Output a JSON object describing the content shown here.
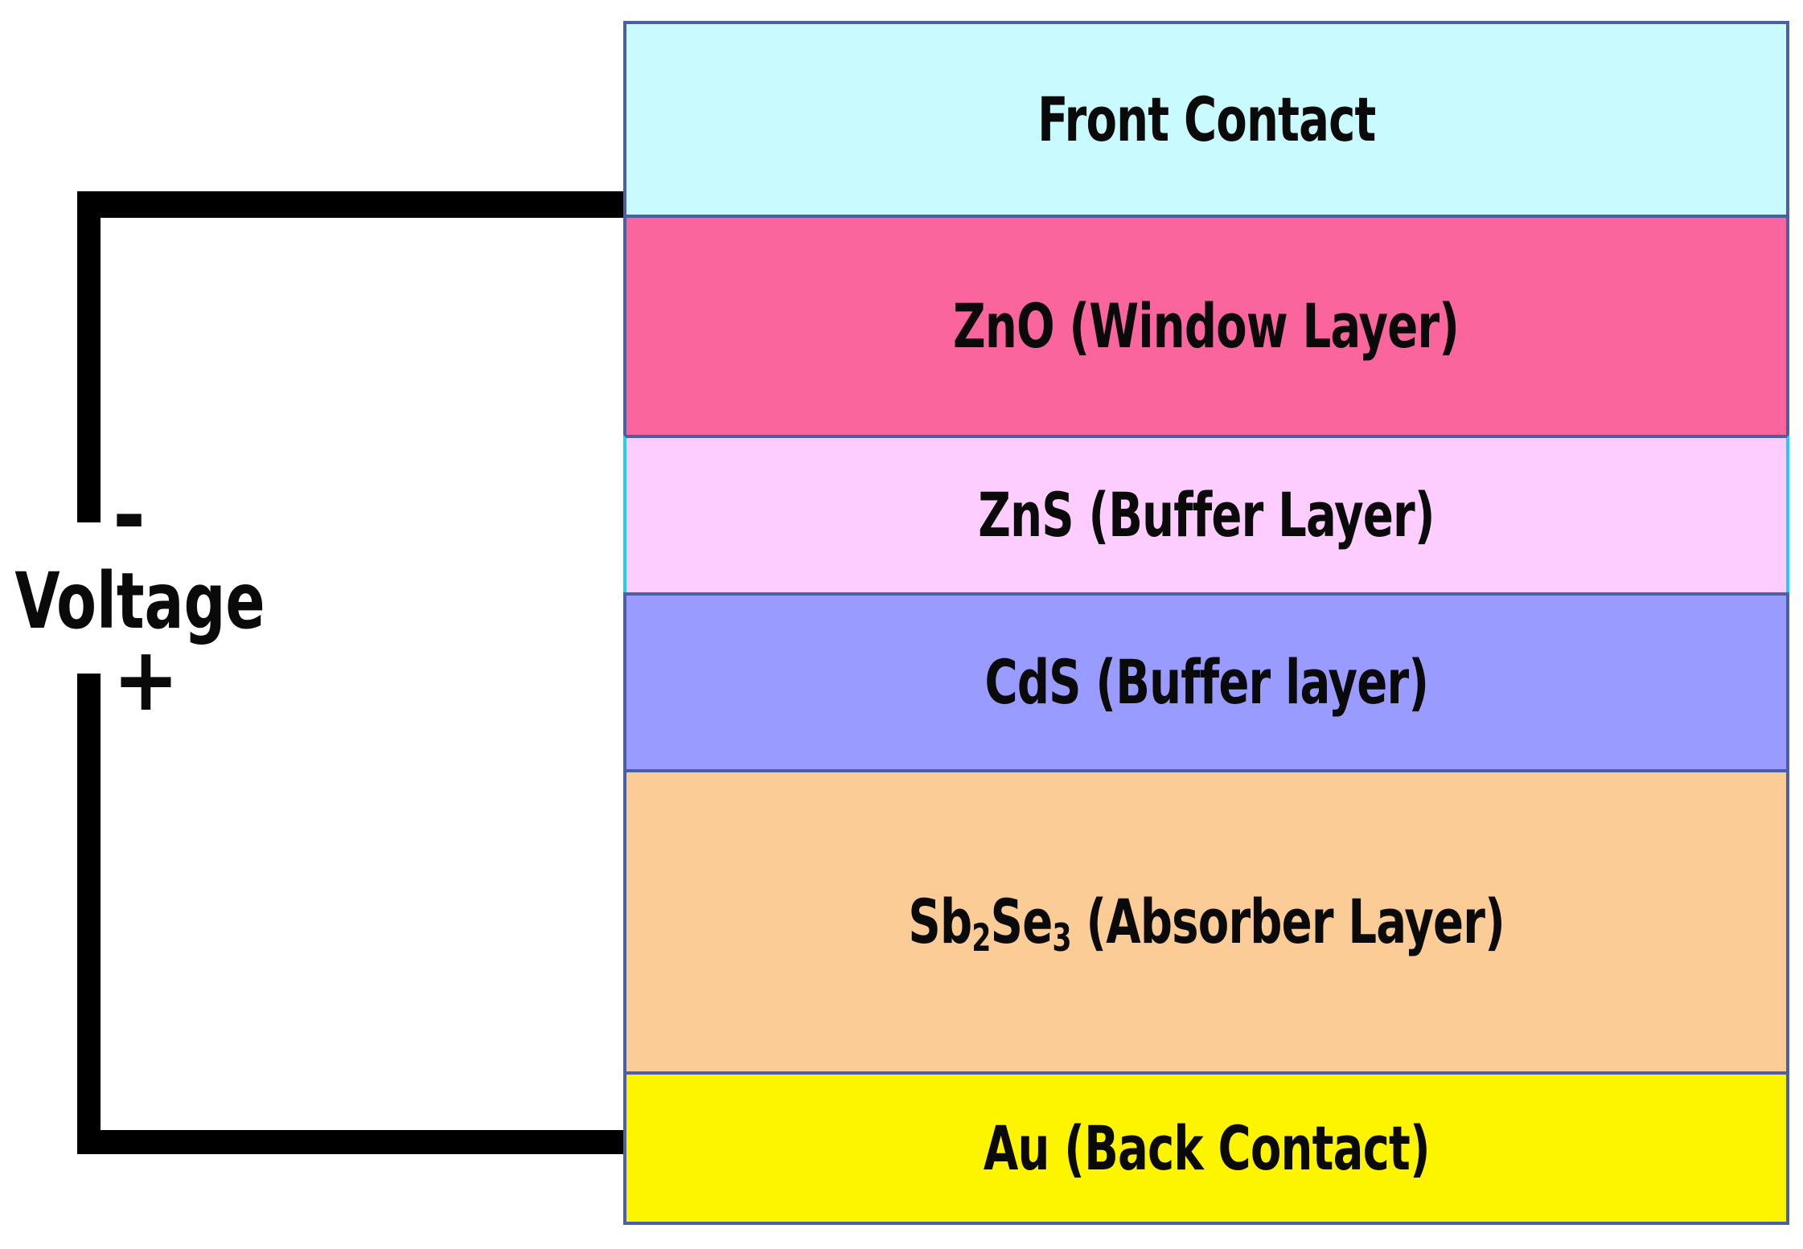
{
  "diagram": {
    "title": "Sb2Se3 thin-film solar cell layer stack with external voltage source",
    "background_color": "#ffffff"
  },
  "circuit": {
    "source_label": "Voltage",
    "negative_terminal_sign": "-",
    "positive_terminal_sign": "+",
    "wire_color": "#000000",
    "negative_connects_to": "Front Contact",
    "positive_connects_to": "Au (Back Contact)"
  },
  "stack": {
    "border_color": "#4a5fa5",
    "zns_border_color": "#22cdf7",
    "layers": [
      {
        "id": "front-contact",
        "label": "Front Contact",
        "fill": "#c9fbfe"
      },
      {
        "id": "zno",
        "label_html": "ZnO (Window Layer)",
        "label": "ZnO (Window Layer)",
        "fill": "#fb659d"
      },
      {
        "id": "zns",
        "label": "ZnS (Buffer Layer)",
        "fill": "#fccdfe"
      },
      {
        "id": "cds",
        "label": "CdS (Buffer layer)",
        "fill": "#9a9bfe"
      },
      {
        "id": "sb2se3",
        "label_prefix": "Sb",
        "label_sub1": "2",
        "label_mid": "Se",
        "label_sub2": "3",
        "label_suffix": " (Absorber Layer)",
        "label": "Sb2Se3 (Absorber Layer)",
        "fill": "#fccc96"
      },
      {
        "id": "au",
        "label": "Au (Back Contact)",
        "fill": "#fdf500"
      }
    ]
  }
}
